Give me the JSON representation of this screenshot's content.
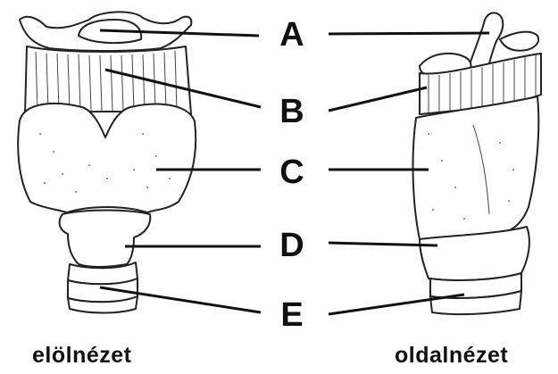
{
  "labels": [
    "A",
    "B",
    "C",
    "D",
    "E"
  ],
  "captions": {
    "front": "elölnézet",
    "side": "oldalnézet"
  }
}
